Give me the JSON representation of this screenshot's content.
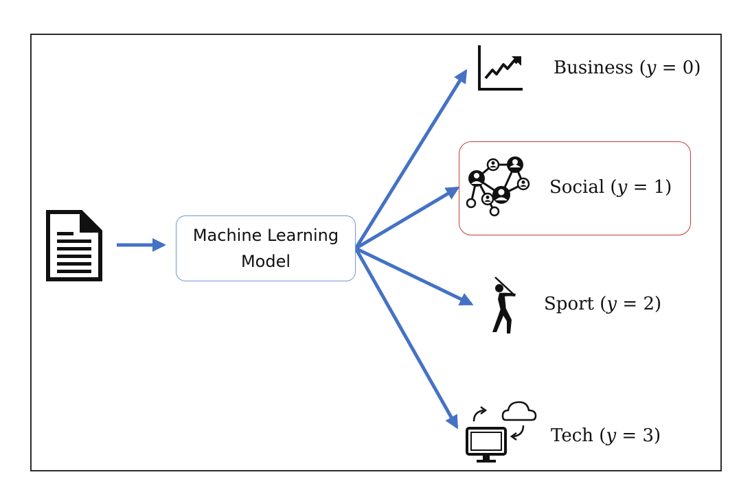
{
  "model": {
    "line1": "Machine Learning",
    "line2": "Model"
  },
  "classes": [
    {
      "name": "Business",
      "var": "y",
      "eq": "=",
      "value": "0",
      "icon": "stock-chart-icon"
    },
    {
      "name": "Social",
      "var": "y",
      "eq": "=",
      "value": "1",
      "icon": "social-network-icon",
      "highlighted": true
    },
    {
      "name": "Sport",
      "var": "y",
      "eq": "=",
      "value": "2",
      "icon": "golfer-icon"
    },
    {
      "name": "Tech",
      "var": "y",
      "eq": "=",
      "value": "3",
      "icon": "computer-cloud-icon"
    }
  ],
  "colors": {
    "arrow": "#4472c4",
    "model_border": "#6f95d8",
    "highlight_border": "#c23a3a",
    "frame": "#2b2b2b"
  }
}
